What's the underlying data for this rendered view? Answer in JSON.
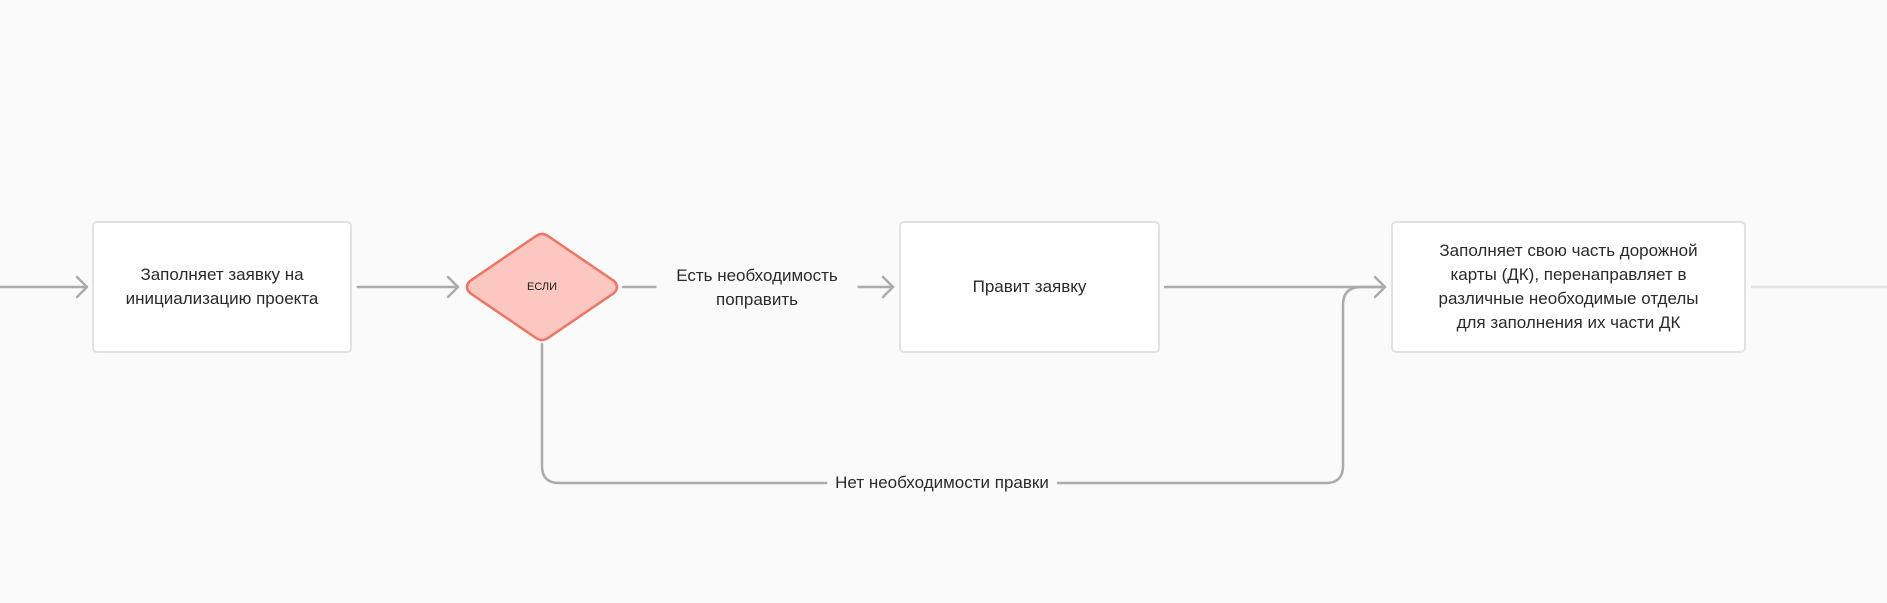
{
  "nodes": {
    "fill_request": "Заполняет заявку на инициализацию проекта",
    "decision": "ЕСЛИ",
    "edit_request": "Правит заявку",
    "fill_roadmap": "Заполняет свою часть дорожной карты (ДК), перенаправляет в различные необходимые отделы для заполнения их части ДК"
  },
  "edges": {
    "yes_label": "Есть необходимость поправить",
    "no_label": "Нет необходимости правки"
  },
  "colors": {
    "connector": "#ababab",
    "decision_fill": "#fdc7c1",
    "decision_stroke": "#ec7563",
    "background": "#fafafa"
  }
}
